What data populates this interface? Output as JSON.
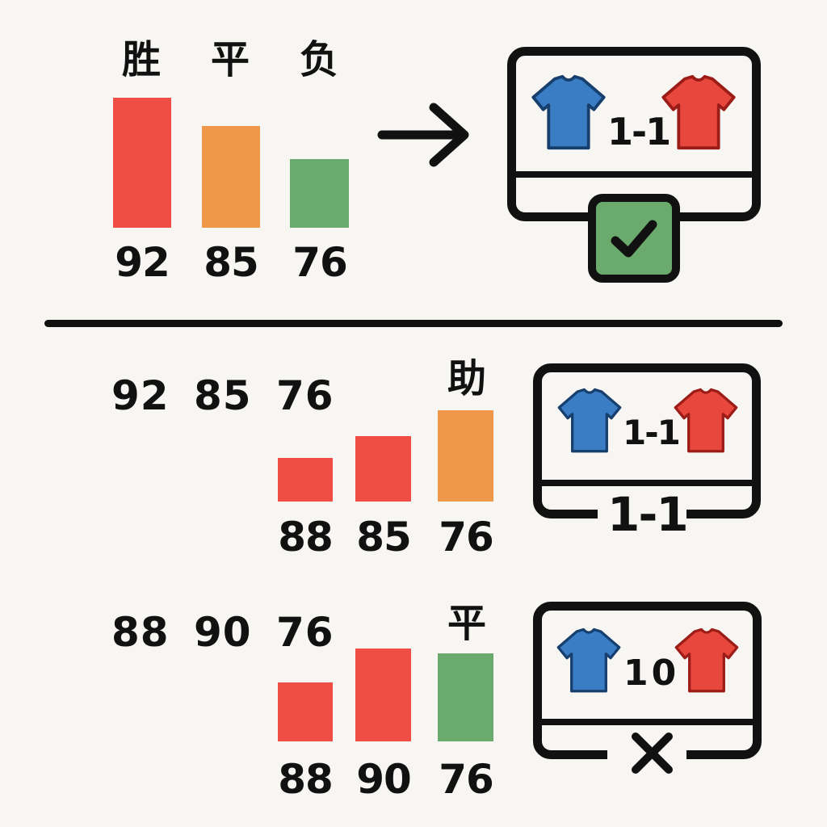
{
  "colors": {
    "win": "#f04e45",
    "draw": "#f0984a",
    "loss": "#6aaa6c",
    "home_shirt": "#3b7dc4",
    "away_shirt": "#e8473d",
    "check_bg": "#6aaa6c",
    "ink": "#111111"
  },
  "top": {
    "labels": [
      "胜",
      "平",
      "负"
    ],
    "values": [
      "92",
      "85",
      "76"
    ],
    "result_score": "1-1",
    "result_icon": "check-icon"
  },
  "row2": {
    "header_values": "92 85 76",
    "pick_label": "助",
    "values": [
      "88",
      "85",
      "76"
    ],
    "screen_score": "1-1",
    "bottom_score": "1-1"
  },
  "row3": {
    "header_values": "88 90 76",
    "pick_label": "平",
    "values": [
      "88",
      "90",
      "76"
    ],
    "screen_score": "10",
    "result_icon": "x-icon"
  }
}
